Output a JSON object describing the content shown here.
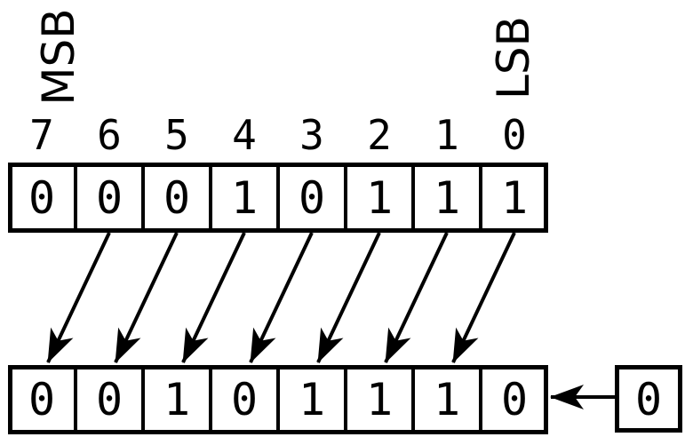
{
  "labels": {
    "msb": "MSB",
    "lsb": "LSB"
  },
  "bit_positions": [
    "7",
    "6",
    "5",
    "4",
    "3",
    "2",
    "1",
    "0"
  ],
  "top_register": {
    "bits": [
      "0",
      "0",
      "0",
      "1",
      "0",
      "1",
      "1",
      "1"
    ]
  },
  "bottom_register": {
    "bits": [
      "0",
      "0",
      "1",
      "0",
      "1",
      "1",
      "1",
      "0"
    ]
  },
  "carry_in_box": {
    "value": "0"
  },
  "colors": {
    "ink": "#000000",
    "background": "#ffffff"
  }
}
